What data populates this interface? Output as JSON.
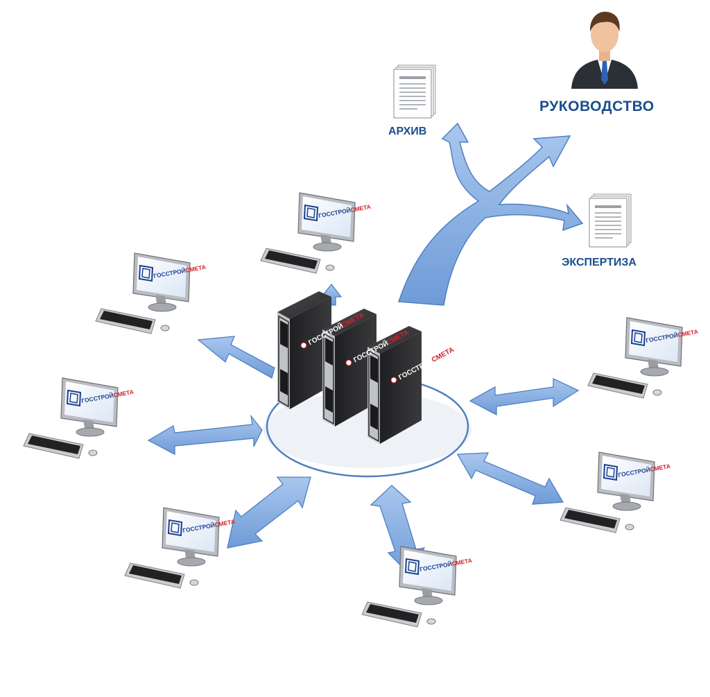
{
  "labels": {
    "management": "РУКОВОДСТВО",
    "archive": "АРХИВ",
    "expertise": "ЭКСПЕРТИЗА"
  },
  "brand": {
    "part1": "ГОССТРОЙ",
    "part2": "СМЕТА",
    "color_blue": "#1b3f8f",
    "color_red": "#d4202a"
  },
  "colors": {
    "arrow_fill": "#8fb4e3",
    "arrow_stroke": "#4f7fc0",
    "label_text": "#1a4e8c",
    "server_body": "#2b2b2d"
  },
  "icons": [
    "server-icon",
    "computer-icon",
    "document-icon",
    "manager-avatar-icon",
    "bidirectional-arrow-icon"
  ]
}
